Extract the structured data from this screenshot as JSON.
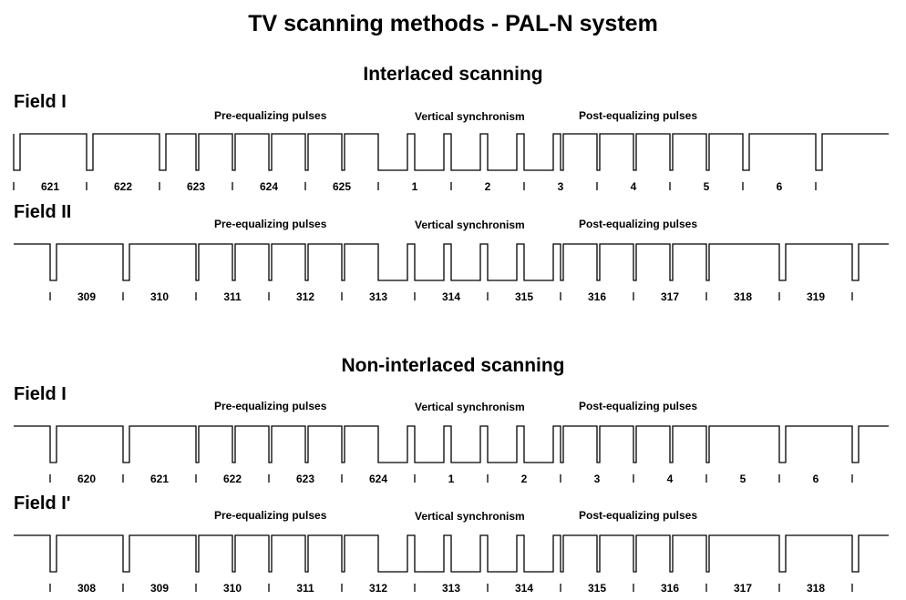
{
  "title": "TV scanning methods - PAL-N system",
  "sections": [
    {
      "heading": "Interlaced scanning",
      "fields": [
        {
          "label": "Field I",
          "annotations": {
            "pre": "Pre-equalizing pulses",
            "vsync": "Vertical synchronism",
            "post": "Post-equalizing pulses"
          },
          "variant": "A",
          "line_numbers": [
            "621",
            "622",
            "623",
            "624",
            "625",
            "1",
            "2",
            "3",
            "4",
            "5",
            "6"
          ]
        },
        {
          "label": "Field II",
          "annotations": {
            "pre": "Pre-equalizing pulses",
            "vsync": "Vertical synchronism",
            "post": "Post-equalizing pulses"
          },
          "variant": "B",
          "line_numbers": [
            "309",
            "310",
            "311",
            "312",
            "313",
            "314",
            "315",
            "316",
            "317",
            "318",
            "319"
          ]
        }
      ]
    },
    {
      "heading": "Non-interlaced scanning",
      "fields": [
        {
          "label": "Field I",
          "annotations": {
            "pre": "Pre-equalizing pulses",
            "vsync": "Vertical synchronism",
            "post": "Post-equalizing pulses"
          },
          "variant": "B",
          "line_numbers": [
            "620",
            "621",
            "622",
            "623",
            "624",
            "1",
            "2",
            "3",
            "4",
            "5",
            "6"
          ]
        },
        {
          "label": "Field I'",
          "annotations": {
            "pre": "Pre-equalizing pulses",
            "vsync": "Vertical synchronism",
            "post": "Post-equalizing pulses"
          },
          "variant": "B",
          "line_numbers": [
            "308",
            "309",
            "310",
            "311",
            "312",
            "313",
            "314",
            "315",
            "316",
            "317",
            "318"
          ]
        }
      ]
    }
  ],
  "pulse_sequence": {
    "pre_equalizing_count": 5,
    "broad_vsync_count": 5,
    "post_equalizing_count": 5
  }
}
